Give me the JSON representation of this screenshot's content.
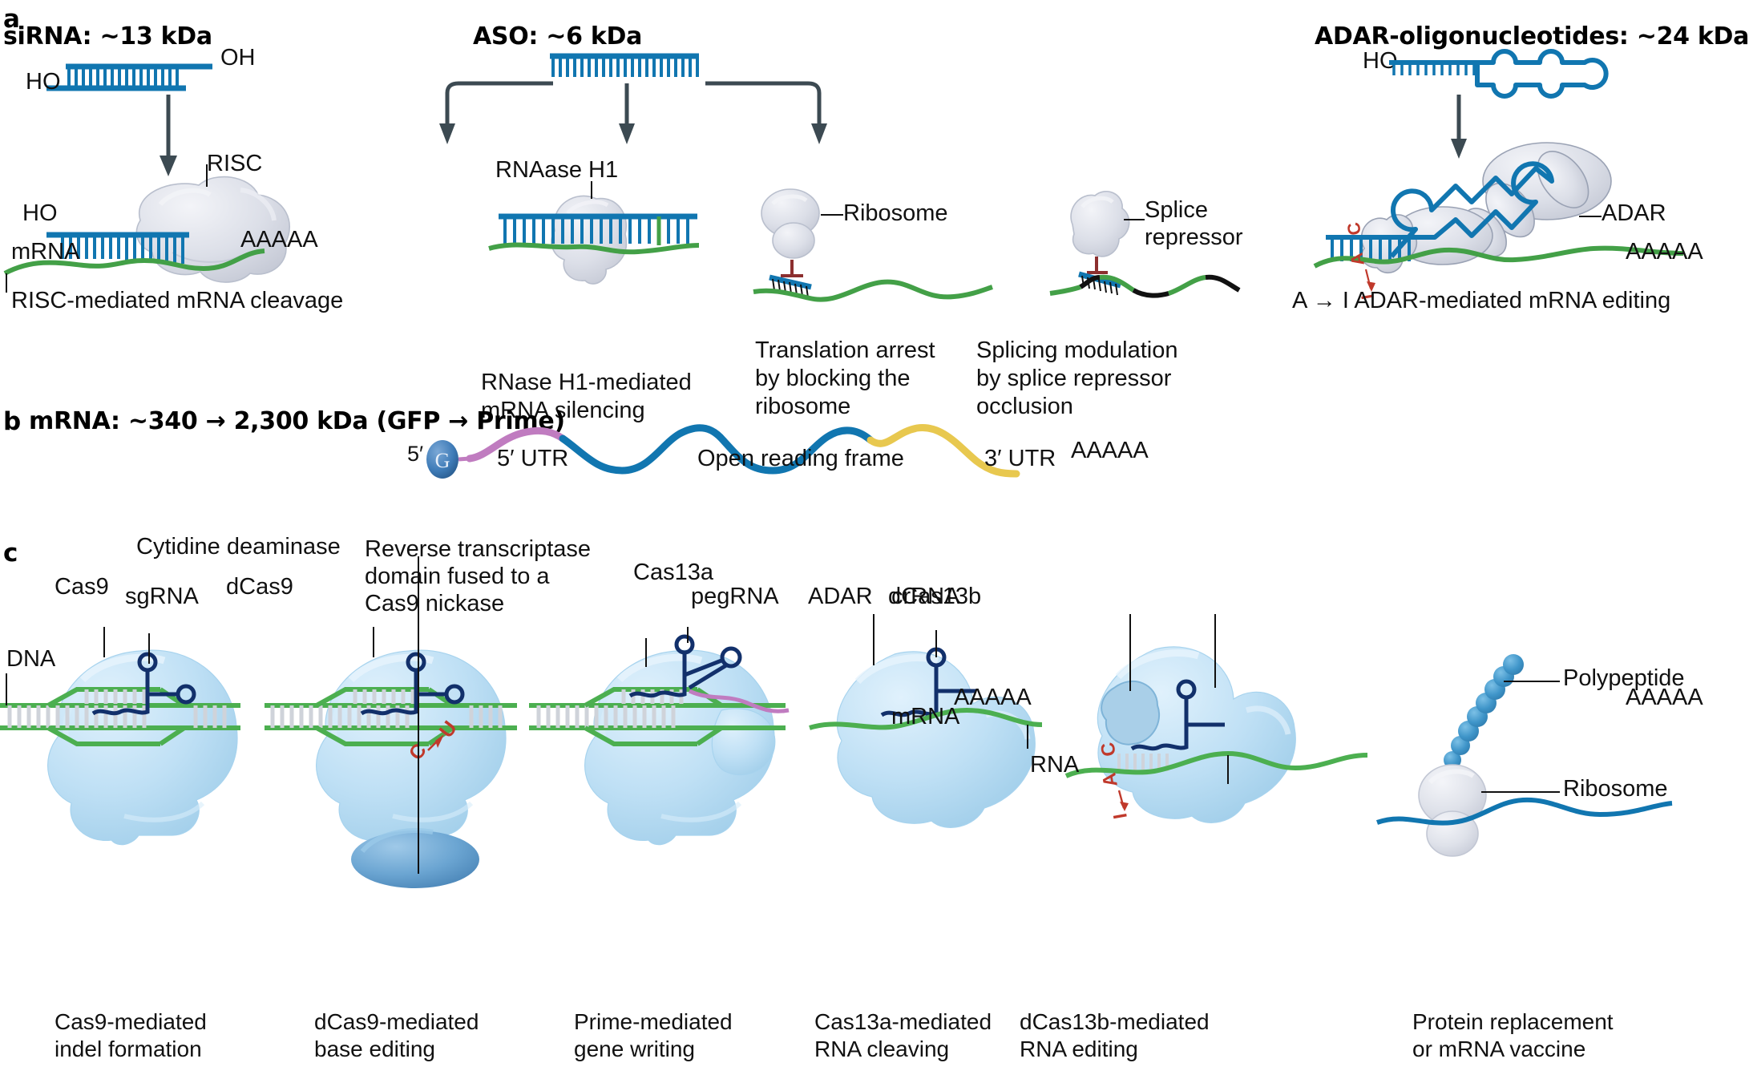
{
  "figure": {
    "panels": [
      "a",
      "b",
      "c"
    ],
    "colors": {
      "oligo_blue": "#1176b0",
      "mrna_green": "#43a047",
      "protein_grey": "#d9dce4",
      "cas_blue": "#b8dcf2",
      "cas_rna_navy": "#12306b",
      "utr_purple": "#c07cc0",
      "utr_yellow": "#e8c84f",
      "orf_blue": "#1176b0",
      "edit_red": "#c0392b",
      "arrow_dark": "#3c4a52",
      "black_exon": "#111111"
    }
  },
  "panel_a": {
    "letter": "a",
    "titles": {
      "sirna": "siRNA: ~13 kDa",
      "aso": "ASO: ~6 kDa",
      "adar": "ADAR-oligonucleotides: ~24 kDa"
    },
    "sirna": {
      "label_ho_top": "HO",
      "label_oh_top": "OH",
      "label_ho_bottom": "HO",
      "label_risc": "RISC",
      "label_mrna": "mRNA",
      "label_polyA": "AAAAA",
      "caption": "RISC-mediated mRNA cleavage"
    },
    "aso_rnaseh1": {
      "label_enzyme": "RNAase H1",
      "caption": "RNase H1-mediated\nmRNA silencing"
    },
    "aso_ribosome": {
      "label_ribosome": "Ribosome",
      "caption": "Translation arrest\nby blocking the\nribosome"
    },
    "aso_splice": {
      "label_repressor": "Splice\nrepressor",
      "caption": "Splicing modulation\nby splice repressor\nocclusion"
    },
    "adar": {
      "label_ho": "HO",
      "label_adar": "ADAR",
      "label_polyA": "AAAAA",
      "edit_c": "C",
      "edit_a": "A",
      "edit_i": "I",
      "caption": "A → I ADAR-mediated mRNA editing"
    }
  },
  "panel_b": {
    "letter": "b",
    "title": "mRNA: ~340 → 2,300 kDa (GFP → Prime)",
    "label_5prime": "5′",
    "cap_letter": "G",
    "label_5utr": "5′ UTR",
    "label_orf": "Open reading frame",
    "label_3utr": "3′ UTR",
    "label_polyA": "AAAAA"
  },
  "panel_c": {
    "letter": "c",
    "items": [
      {
        "id": "cas9",
        "labels": [
          "Cas9",
          "sgRNA",
          "DNA"
        ],
        "caption": "Cas9-mediated\nindel formation"
      },
      {
        "id": "dcas9",
        "labels": [
          "dCas9",
          "Cytidine deaminase"
        ],
        "edit": "C→U",
        "caption": "dCas9-mediated\nbase editing"
      },
      {
        "id": "prime",
        "labels": [
          "Reverse transcriptase\ndomain fused to a\nCas9 nickase",
          "pegRNA"
        ],
        "caption": "Prime-mediated\ngene writing"
      },
      {
        "id": "cas13a",
        "labels": [
          "Cas13a",
          "crRNA",
          "RNA"
        ],
        "caption": "Cas13a-mediated\nRNA cleaving"
      },
      {
        "id": "dcas13b",
        "labels": [
          "ADAR",
          "dCas13b",
          "mRNA"
        ],
        "polyA": "AAAAA",
        "edit_c": "C",
        "edit_a": "A",
        "edit_i": "I",
        "caption": "dCas13b-mediated\nRNA editing"
      },
      {
        "id": "protein",
        "labels": [
          "Polypeptide",
          "Ribosome"
        ],
        "polyA": "AAAAA",
        "caption": "Protein replacement\nor mRNA vaccine"
      }
    ]
  }
}
